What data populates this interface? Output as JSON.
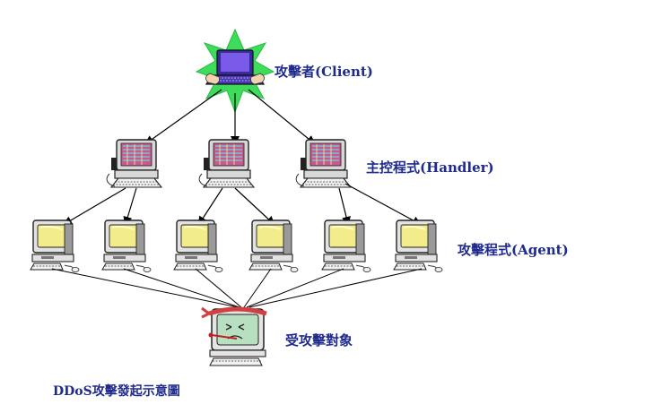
{
  "labels": {
    "attacker": "攻擊者(Client)",
    "handler": "主控程式(Handler)",
    "agent": "攻擊程式(Agent)",
    "victim": "受攻擊對象"
  },
  "caption": "DDoS攻擊發起示意圖",
  "colors": {
    "text": "#1f2a8c",
    "starburst": "#3ddc5a",
    "laptop_screen": "#5a3cc8",
    "agent_screen": "#f3ec8a",
    "handler_screen": "#c75a8a",
    "victim_face": "#b8e0c0",
    "victim_band": "#d04040"
  },
  "icons": {
    "attacker": "laptop-icon",
    "handler": "desktop-computer-icon",
    "agent": "yellow-screen-computer-icon",
    "victim": "sick-computer-icon"
  }
}
